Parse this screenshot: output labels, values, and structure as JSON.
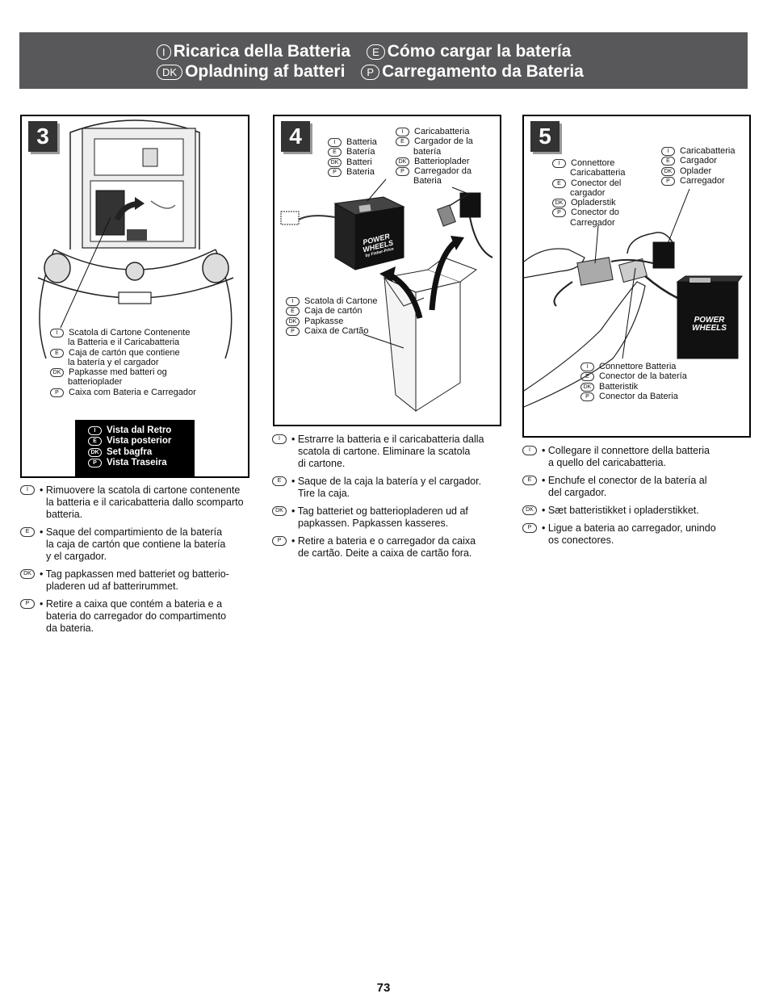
{
  "header": {
    "row1": [
      {
        "lang": "I",
        "title": "Ricarica della Batteria"
      },
      {
        "lang": "E",
        "title": "Cómo cargar la batería"
      }
    ],
    "row2": [
      {
        "lang": "DK",
        "title": "Opladning af batteri"
      },
      {
        "lang": "P",
        "title": "Carregamento da Bateria"
      }
    ]
  },
  "step3": {
    "number": "3",
    "callout": [
      {
        "lang": "I",
        "lines": [
          "Scatola di Cartone Contenente",
          "la Batteria e il Caricabatteria"
        ]
      },
      {
        "lang": "E",
        "lines": [
          "Caja de cartón que contiene",
          "la batería y el cargador"
        ]
      },
      {
        "lang": "DK",
        "lines": [
          "Papkasse med batteri og",
          "batterioplader"
        ]
      },
      {
        "lang": "P",
        "lines": [
          "Caixa com Bateria e Carregador"
        ]
      }
    ],
    "view": [
      {
        "lang": "I",
        "text": "Vista dal Retro"
      },
      {
        "lang": "E",
        "text": "Vista posterior"
      },
      {
        "lang": "DK",
        "text": "Set bagfra"
      },
      {
        "lang": "P",
        "text": "Vista Traseira"
      }
    ],
    "instructions": [
      {
        "lang": "I",
        "lines": [
          "• Rimuovere la scatola di cartone contenente",
          "la batteria e il caricabatteria dallo scomparto",
          "batteria."
        ]
      },
      {
        "lang": "E",
        "lines": [
          "• Saque del compartimiento de la batería",
          "la caja de cartón que contiene la batería",
          "y el cargador."
        ]
      },
      {
        "lang": "DK",
        "lines": [
          "• Tag papkassen med batteriet og batterio-",
          "pladeren ud af batterirummet."
        ]
      },
      {
        "lang": "P",
        "lines": [
          "• Retire a caixa que contém a bateria e a",
          "bateria do carregador do compartimento",
          "da bateria."
        ]
      }
    ]
  },
  "step4": {
    "number": "4",
    "battery_label": [
      {
        "lang": "I",
        "text": "Batteria"
      },
      {
        "lang": "E",
        "text": "Batería"
      },
      {
        "lang": "DK",
        "text": "Batteri"
      },
      {
        "lang": "P",
        "text": "Bateria"
      }
    ],
    "charger_label": [
      {
        "lang": "I",
        "lines": [
          "Caricabatteria"
        ]
      },
      {
        "lang": "E",
        "lines": [
          "Cargador de la",
          "batería"
        ]
      },
      {
        "lang": "DK",
        "lines": [
          "Batterioplader"
        ]
      },
      {
        "lang": "P",
        "lines": [
          "Carregador da",
          "Bateria"
        ]
      }
    ],
    "box_label": [
      {
        "lang": "I",
        "text": "Scatola di Cartone"
      },
      {
        "lang": "E",
        "text": "Caja de cartón"
      },
      {
        "lang": "DK",
        "text": "Papkasse"
      },
      {
        "lang": "P",
        "text": "Caixa de Cartão"
      }
    ],
    "battery_brand": [
      "POWER",
      "WHEELS",
      "by Fisher-Price"
    ],
    "instructions": [
      {
        "lang": "I",
        "lines": [
          "• Estrarre la batteria e il caricabatteria dalla",
          "scatola di cartone. Eliminare la scatola",
          "di cartone."
        ]
      },
      {
        "lang": "E",
        "lines": [
          "• Saque de la caja la batería y el cargador.",
          "Tire la caja."
        ]
      },
      {
        "lang": "DK",
        "lines": [
          "• Tag batteriet og batteriopladeren ud af",
          "papkassen. Papkassen kasseres."
        ]
      },
      {
        "lang": "P",
        "lines": [
          "• Retire a bateria e o carregador da caixa",
          "de cartão. Deite a caixa de cartão fora."
        ]
      }
    ]
  },
  "step5": {
    "number": "5",
    "connector_label": [
      {
        "lang": "I",
        "lines": [
          "Connettore",
          "Caricabatteria"
        ]
      },
      {
        "lang": "E",
        "lines": [
          "Conector del",
          "cargador"
        ]
      },
      {
        "lang": "DK",
        "lines": [
          "Opladerstik"
        ]
      },
      {
        "lang": "P",
        "lines": [
          "Conector do",
          "Carregador"
        ]
      }
    ],
    "charger_label": [
      {
        "lang": "I",
        "text": "Caricabatteria"
      },
      {
        "lang": "E",
        "text": "Cargador"
      },
      {
        "lang": "DK",
        "text": "Oplader"
      },
      {
        "lang": "P",
        "text": "Carregador"
      }
    ],
    "battery_connector_label": [
      {
        "lang": "I",
        "text": "Connettore Batteria"
      },
      {
        "lang": "E",
        "text": "Conector de la batería"
      },
      {
        "lang": "DK",
        "text": "Batteristik"
      },
      {
        "lang": "P",
        "text": "Conector da Bateria"
      }
    ],
    "battery_brand": [
      "POWER",
      "WHEELS"
    ],
    "instructions": [
      {
        "lang": "I",
        "lines": [
          "• Collegare il connettore della batteria",
          "a quello del caricabatteria."
        ]
      },
      {
        "lang": "E",
        "lines": [
          "• Enchufe el conector de la batería al",
          "del cargador."
        ]
      },
      {
        "lang": "DK",
        "lines": [
          "• Sæt batteristikket i opladerstikket."
        ]
      },
      {
        "lang": "P",
        "lines": [
          "• Ligue a bateria ao carregador, unindo",
          "os conectores."
        ]
      }
    ]
  },
  "page_number": "73"
}
